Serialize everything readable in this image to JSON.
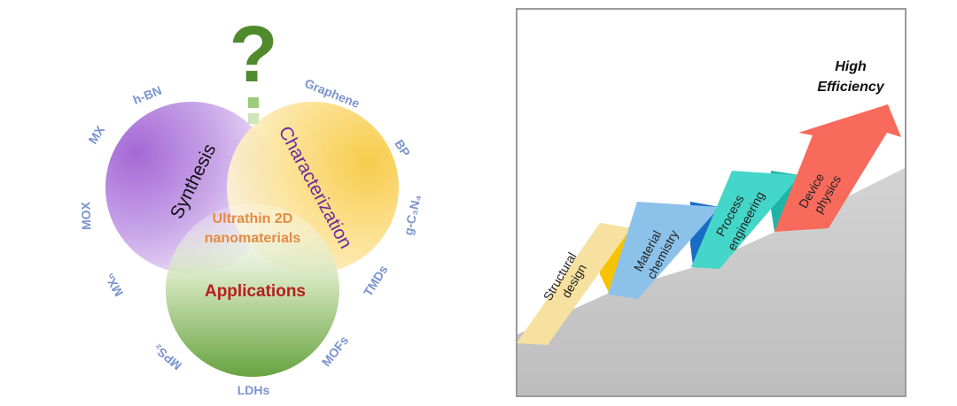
{
  "left_diagram": {
    "question_mark": "?",
    "circles": {
      "synthesis": "Synthesis",
      "characterization": "Characterization",
      "applications": "Applications"
    },
    "center": {
      "line1": "Ultrathin 2D",
      "line2": "nanomaterials"
    },
    "materials": {
      "hbn": "h-BN",
      "mx": "MX",
      "mox": "MOX",
      "mxn": "MXₙ",
      "mps2": "MPS₂",
      "ldhs": "LDHs",
      "mofs": "MOFs",
      "tmds": "TMDs",
      "gcn": "g-C₃N₄",
      "bp": "BP",
      "graphene": "Graphene"
    },
    "colors": {
      "synthesis": "#a06ed0",
      "characterization": "#f5cb4a",
      "applications": "#6aa53c",
      "center_text": "#e58a42",
      "applications_text": "#b71e1e",
      "material_text": "#7b93cf",
      "question_mark": "#4f8a2c"
    }
  },
  "right_diagram": {
    "goal": {
      "line1": "High",
      "line2": "Efficiency"
    },
    "steps": [
      {
        "line1": "Structural",
        "line2": "design",
        "color": "#f7e1a0"
      },
      {
        "line1": "Material",
        "line2": "chemistry",
        "color": "#8cc2ea"
      },
      {
        "line1": "Process",
        "line2": "engineering",
        "color": "#44d6c8"
      },
      {
        "line1": "Device",
        "line2": "physics",
        "color": "#f76a5c"
      }
    ]
  }
}
